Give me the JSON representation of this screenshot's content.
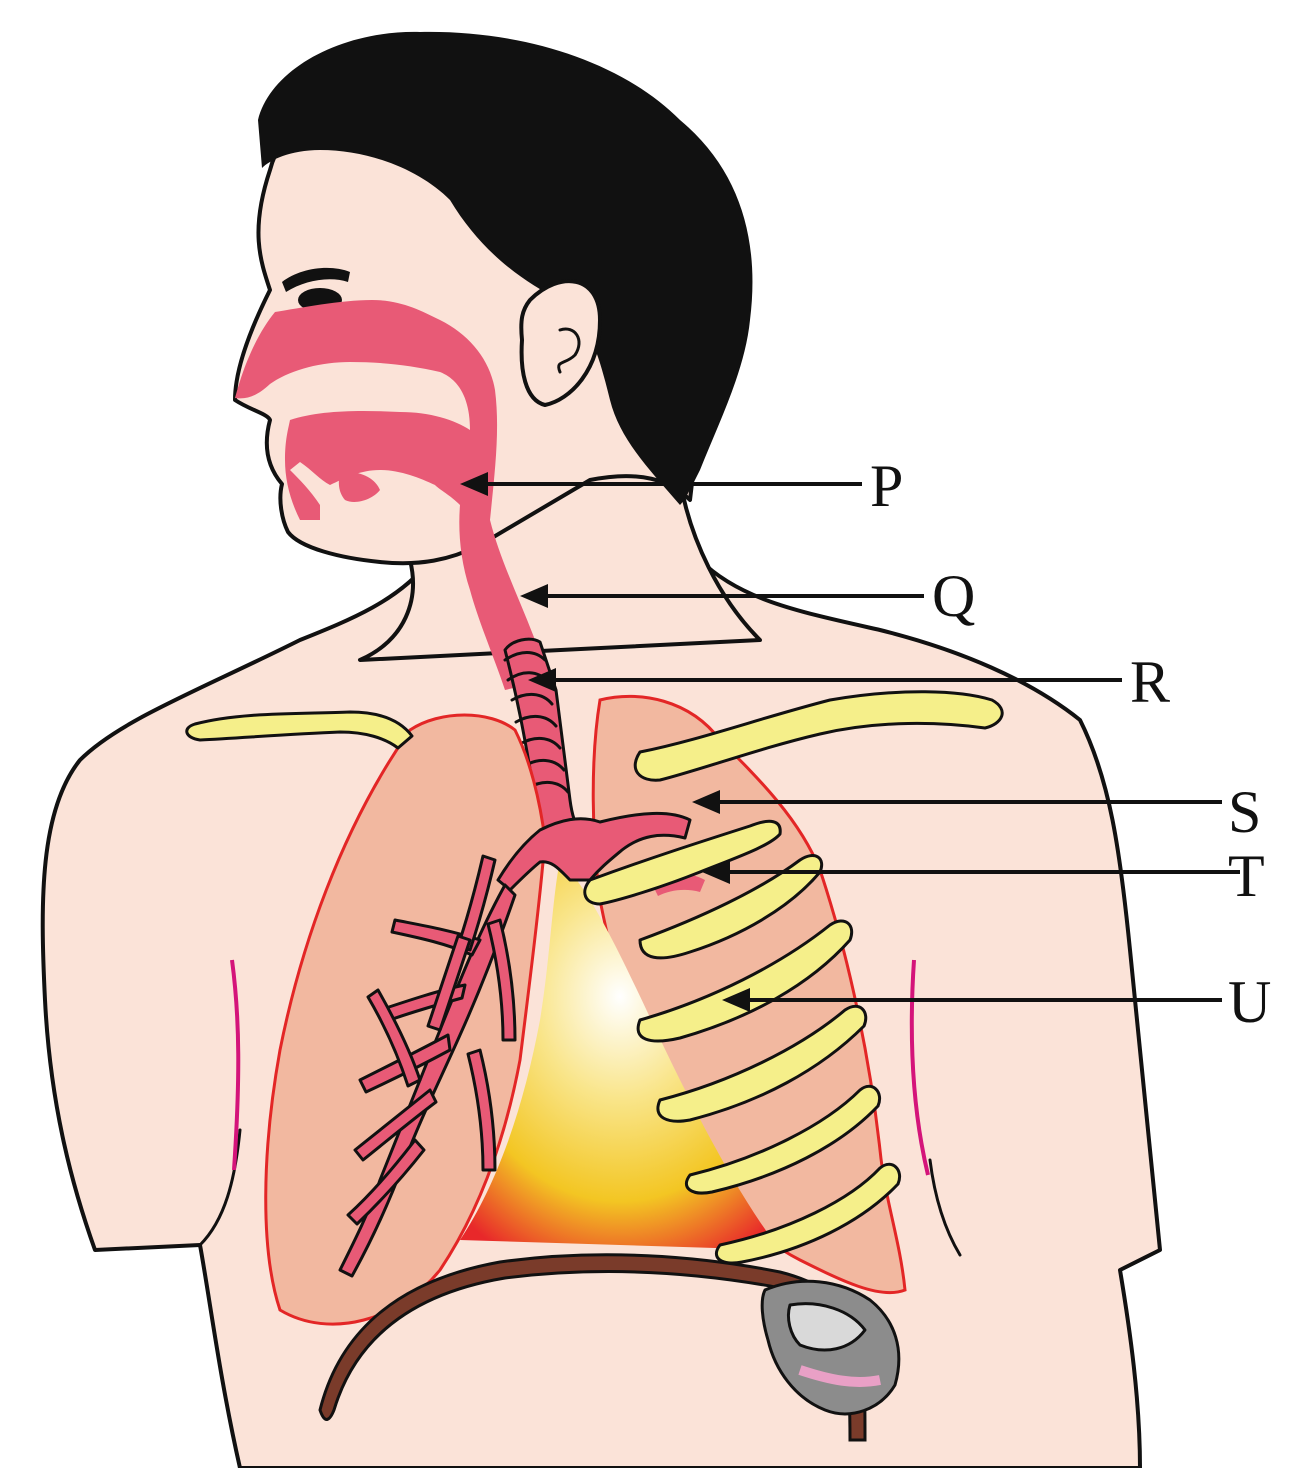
{
  "diagram": {
    "labels": {
      "p": "P",
      "q": "Q",
      "r": "R",
      "s": "S",
      "t": "T",
      "u": "U"
    }
  },
  "colors": {
    "skin": "#fbe3d8",
    "hair": "#111111",
    "airway": "#e85a76",
    "lung": "#f2b8a0",
    "lung_outline": "#e32626",
    "bone": "#f5ef8a",
    "diaphragm": "#7a3b2a",
    "heart_glow": "#f3c623",
    "line": "#111111"
  }
}
